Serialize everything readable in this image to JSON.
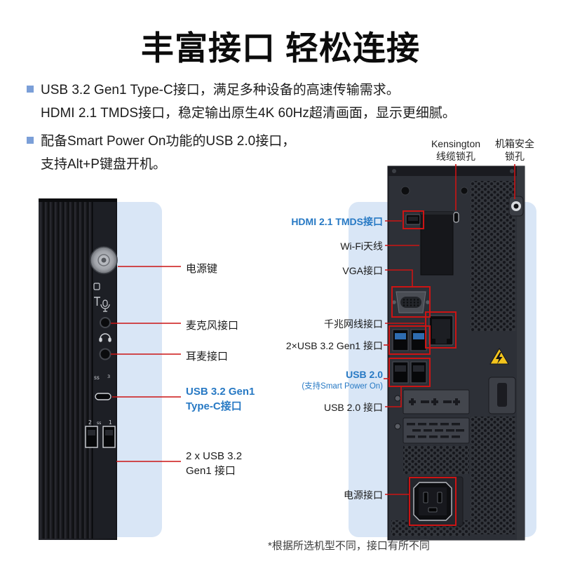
{
  "page": {
    "title": "丰富接口 轻松连接",
    "footnote": "*根据所选机型不同，接口有所不同"
  },
  "bullets": {
    "b1_line1": "USB 3.2 Gen1 Type-C接口，满足多种设备的高速传输需求。",
    "b1_line2": "HDMI 2.1 TMDS接口，稳定输出原生4K 60Hz超清画面，显示更细腻。",
    "b2_line1": "配备Smart Power On功能的USB 2.0接口，",
    "b2_line2": "支持Alt+P键盘开机。"
  },
  "front": {
    "power": "电源键",
    "mic": "麦克风接口",
    "headset": "耳麦接口",
    "typec_l1": "USB 3.2 Gen1",
    "typec_l2": "Type-C接口",
    "usb_l1": "2 x USB 3.2",
    "usb_l2": "Gen1 接口",
    "marking_port2": "2",
    "marking_ss_front": "ss",
    "marking_port1": "1",
    "marking_ss_typec": "ss",
    "marking_3": "3"
  },
  "rear": {
    "kensington_l1": "Kensington",
    "kensington_l2": "线缆锁孔",
    "chassis_l1": "机箱安全",
    "chassis_l2": "锁孔",
    "hdmi": "HDMI 2.1 TMDS接口",
    "wifi": "Wi-Fi天线",
    "vga": "VGA接口",
    "ethernet": "千兆网线接口",
    "usb32": "2×USB 3.2 Gen1 接口",
    "usb20_smart_l1": "USB 2.0",
    "usb20_smart_l2": "(支持Smart Power On)",
    "usb20": "USB 2.0 接口",
    "power": "电源接口"
  },
  "colors": {
    "accent_blue": "#2779c4",
    "callout_red": "#cc1414",
    "panel_blue": "#d9e6f6"
  }
}
